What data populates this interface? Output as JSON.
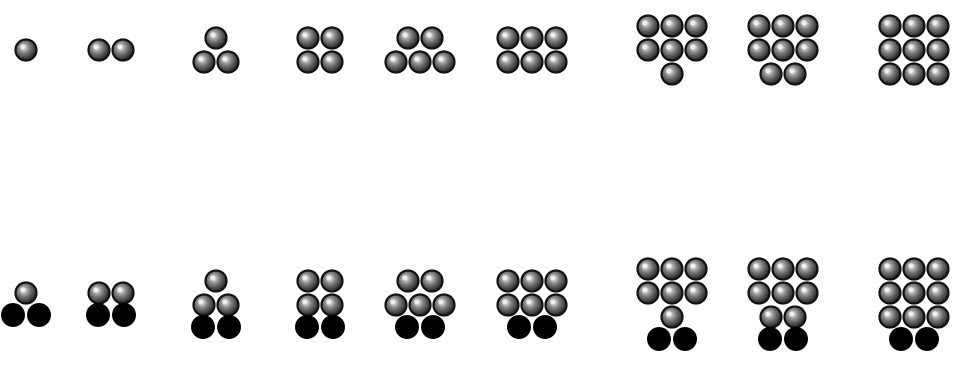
{
  "figure": {
    "rows": [
      {
        "id": "top",
        "groups": [
          {
            "count": 1,
            "black": 0
          },
          {
            "count": 2,
            "black": 0
          },
          {
            "count": 3,
            "black": 0
          },
          {
            "count": 4,
            "black": 0
          },
          {
            "count": 5,
            "black": 0
          },
          {
            "count": 6,
            "black": 0
          },
          {
            "count": 7,
            "black": 0
          },
          {
            "count": 8,
            "black": 0
          },
          {
            "count": 9,
            "black": 0
          }
        ]
      },
      {
        "id": "bottom",
        "groups": [
          {
            "count": 1,
            "black": 2
          },
          {
            "count": 2,
            "black": 2
          },
          {
            "count": 3,
            "black": 2
          },
          {
            "count": 4,
            "black": 2
          },
          {
            "count": 5,
            "black": 2
          },
          {
            "count": 6,
            "black": 2
          },
          {
            "count": 7,
            "black": 2
          },
          {
            "count": 8,
            "black": 2
          },
          {
            "count": 9,
            "black": 2
          }
        ]
      }
    ],
    "colors": {
      "ball_fill": "#8a8a8a",
      "ball_outline": "#111111",
      "solid_ball": "#000000",
      "background": "#ffffff"
    }
  }
}
